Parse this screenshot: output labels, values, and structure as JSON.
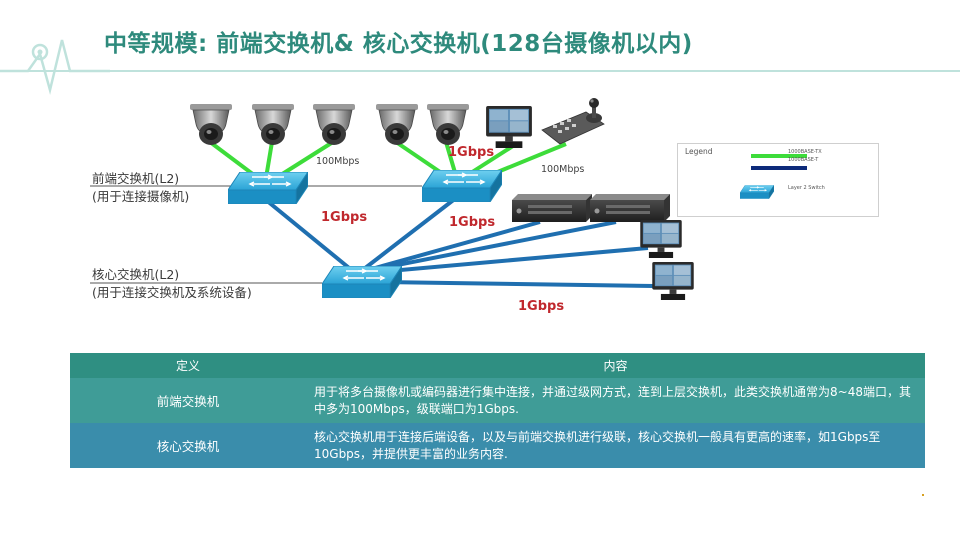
{
  "title": "中等规模: 前端交换机& 核心交换机(128台摄像机以内)",
  "labels": {
    "front_switch": "前端交换机(L2)",
    "front_switch_desc": "(用于连接摄像机)",
    "core_switch": "核心交换机(L2)",
    "core_switch_desc": "(用于连接交换机及系统设备)"
  },
  "speeds": {
    "mbps_left": "100Mbps",
    "mbps_right": "100Mbps",
    "gbps_top": "1Gbps",
    "gbps_left": "1Gbps",
    "gbps_mid": "1Gbps",
    "gbps_bottom": "1Gbps"
  },
  "legend": {
    "title": "Legend",
    "line1": "1000BASE-TX",
    "line2": "1000BASE-T",
    "switch": "Layer 2 Switch"
  },
  "table": {
    "headers": [
      "定义",
      "内容"
    ],
    "rows": [
      {
        "name": "前端交换机",
        "content": "用于将多台摄像机或编码器进行集中连接，并通过级网方式，连到上层交换机，此类交换机通常为8~48端口，其中多为100Mbps，级联端口为1Gbps."
      },
      {
        "name": "核心交换机",
        "content": "核心交换机用于连接后端设备，以及与前端交换机进行级联，核心交换机一般具有更高的速率，如1Gbps至10Gbps，并提供更丰富的业务内容."
      }
    ]
  },
  "colors": {
    "title": "#2e8a7c",
    "green_link": "#3ddc3a",
    "blue_link": "#1f6fb0",
    "header_bg": "#2f8f82",
    "row1_bg": "#3f9c97",
    "row2_bg": "#3a8dab",
    "speed_red": "#c0282d"
  }
}
